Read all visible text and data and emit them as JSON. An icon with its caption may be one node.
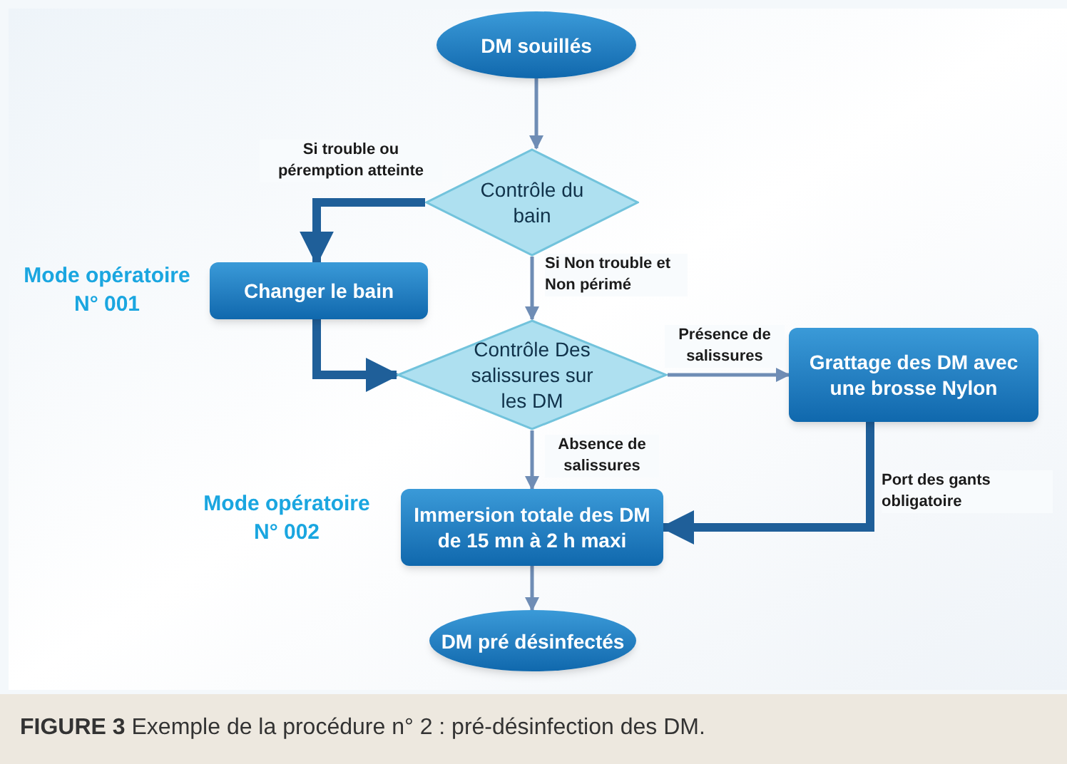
{
  "diagram": {
    "caption": "**FIGURE 3** Exemple de la procédure n° 2 : pré-désinfection des DM.",
    "nodes": [
      {
        "text": [
          "DM souillés"
        ]
      },
      {
        "text": [
          "Contrôle du bain"
        ]
      },
      {
        "text": [
          "Changer le bain"
        ],
        "beside": [
          "Mode opératoire N° 001"
        ]
      },
      {
        "text": [
          "Contrôle Des salissures sur les DM"
        ]
      },
      {
        "text": [
          "Grattage des DM avec une brosse Nylon"
        ]
      },
      {
        "text": [
          "Immersion totale des DM de 15 mn à 2 h maxi"
        ],
        "beside": [
          "Mode opératoire N° 002"
        ]
      },
      {
        "text": [
          "DM pré désinfectés"
        ]
      }
    ],
    "edges": [
      {
        "from": 0,
        "to": 1,
        "arrow": "to"
      },
      {
        "from": 1,
        "to": 2,
        "arrow": "to",
        "label": "Si trouble  ou péremption atteinte",
        "style": "thick",
        "color": "#1f5f99"
      },
      {
        "from": 1,
        "to": 3,
        "arrow": "to",
        "label": "Si Non trouble et Non périmé"
      },
      {
        "from": 2,
        "to": 3,
        "arrow": "to",
        "style": "thick",
        "color": "#1f5f99"
      },
      {
        "from": 3,
        "to": 4,
        "arrow": "to",
        "label": "Présence de salissures"
      },
      {
        "from": 3,
        "to": 5,
        "arrow": "to",
        "label": "Absence de salissures"
      },
      {
        "from": 4,
        "to": 5,
        "arrow": "to",
        "label": "Port des gants obligatoire",
        "style": "thick",
        "color": "#1f5f99"
      },
      {
        "from": 5,
        "to": 6,
        "arrow": "to"
      }
    ]
  }
}
